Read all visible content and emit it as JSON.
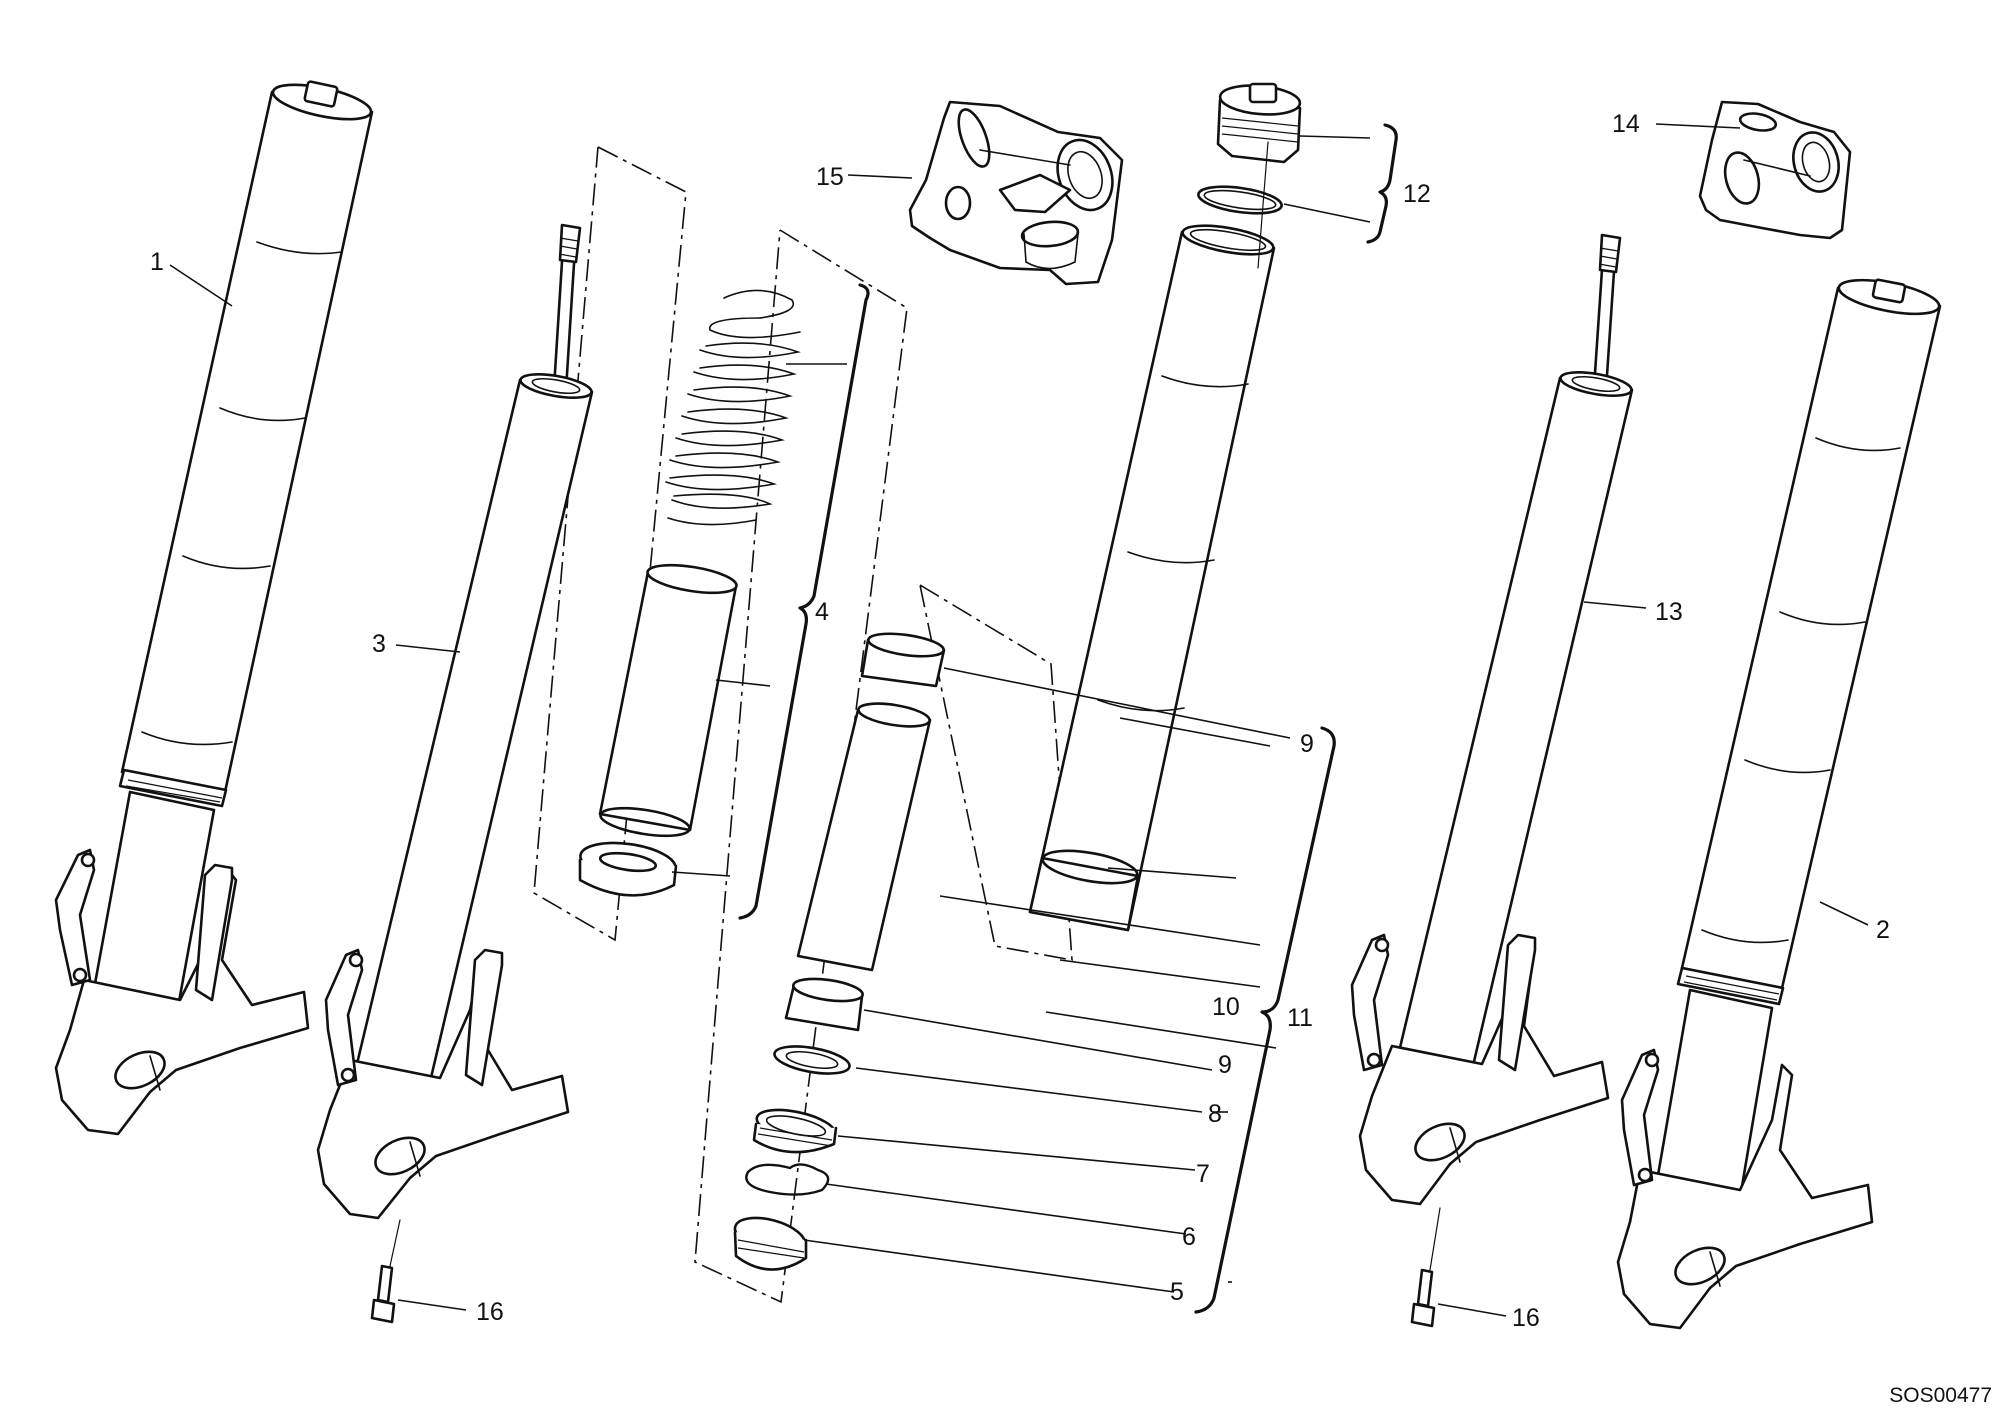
{
  "diagram": {
    "drawing_code": "SOS00477",
    "callouts": [
      {
        "id": "c1",
        "text": "1"
      },
      {
        "id": "c2",
        "text": "2"
      },
      {
        "id": "c3",
        "text": "3"
      },
      {
        "id": "c4",
        "text": "4"
      },
      {
        "id": "c5",
        "text": "5"
      },
      {
        "id": "c6",
        "text": "6"
      },
      {
        "id": "c7",
        "text": "7"
      },
      {
        "id": "c8",
        "text": "8"
      },
      {
        "id": "c9a",
        "text": "9"
      },
      {
        "id": "c9b",
        "text": "9"
      },
      {
        "id": "c10",
        "text": "10"
      },
      {
        "id": "c11",
        "text": "11"
      },
      {
        "id": "c12",
        "text": "12"
      },
      {
        "id": "c13",
        "text": "13"
      },
      {
        "id": "c14",
        "text": "14"
      },
      {
        "id": "c15",
        "text": "15"
      },
      {
        "id": "c16a",
        "text": "16"
      },
      {
        "id": "c16b",
        "text": "16"
      }
    ]
  }
}
